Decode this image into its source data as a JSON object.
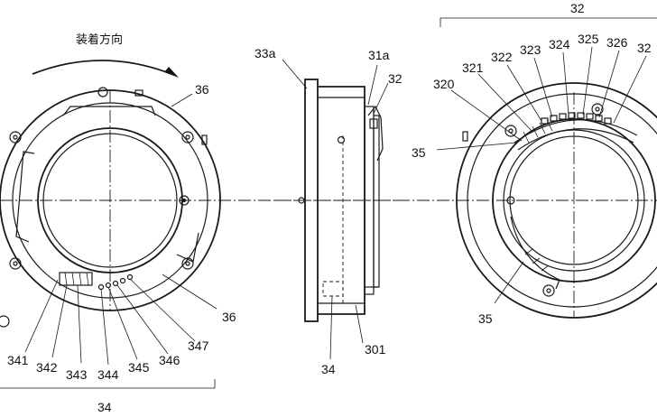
{
  "direction_label": "装着方向",
  "left_view": {
    "callouts": [
      "36",
      "36",
      "341",
      "342",
      "343",
      "344",
      "345",
      "346",
      "347"
    ],
    "group_label": "34"
  },
  "middle_view": {
    "callouts": [
      "33a",
      "31a",
      "32",
      "301",
      "34"
    ]
  },
  "right_view": {
    "group_label": "32",
    "callouts": [
      "320",
      "321",
      "322",
      "323",
      "324",
      "325",
      "326",
      "32",
      "35",
      "35"
    ]
  }
}
